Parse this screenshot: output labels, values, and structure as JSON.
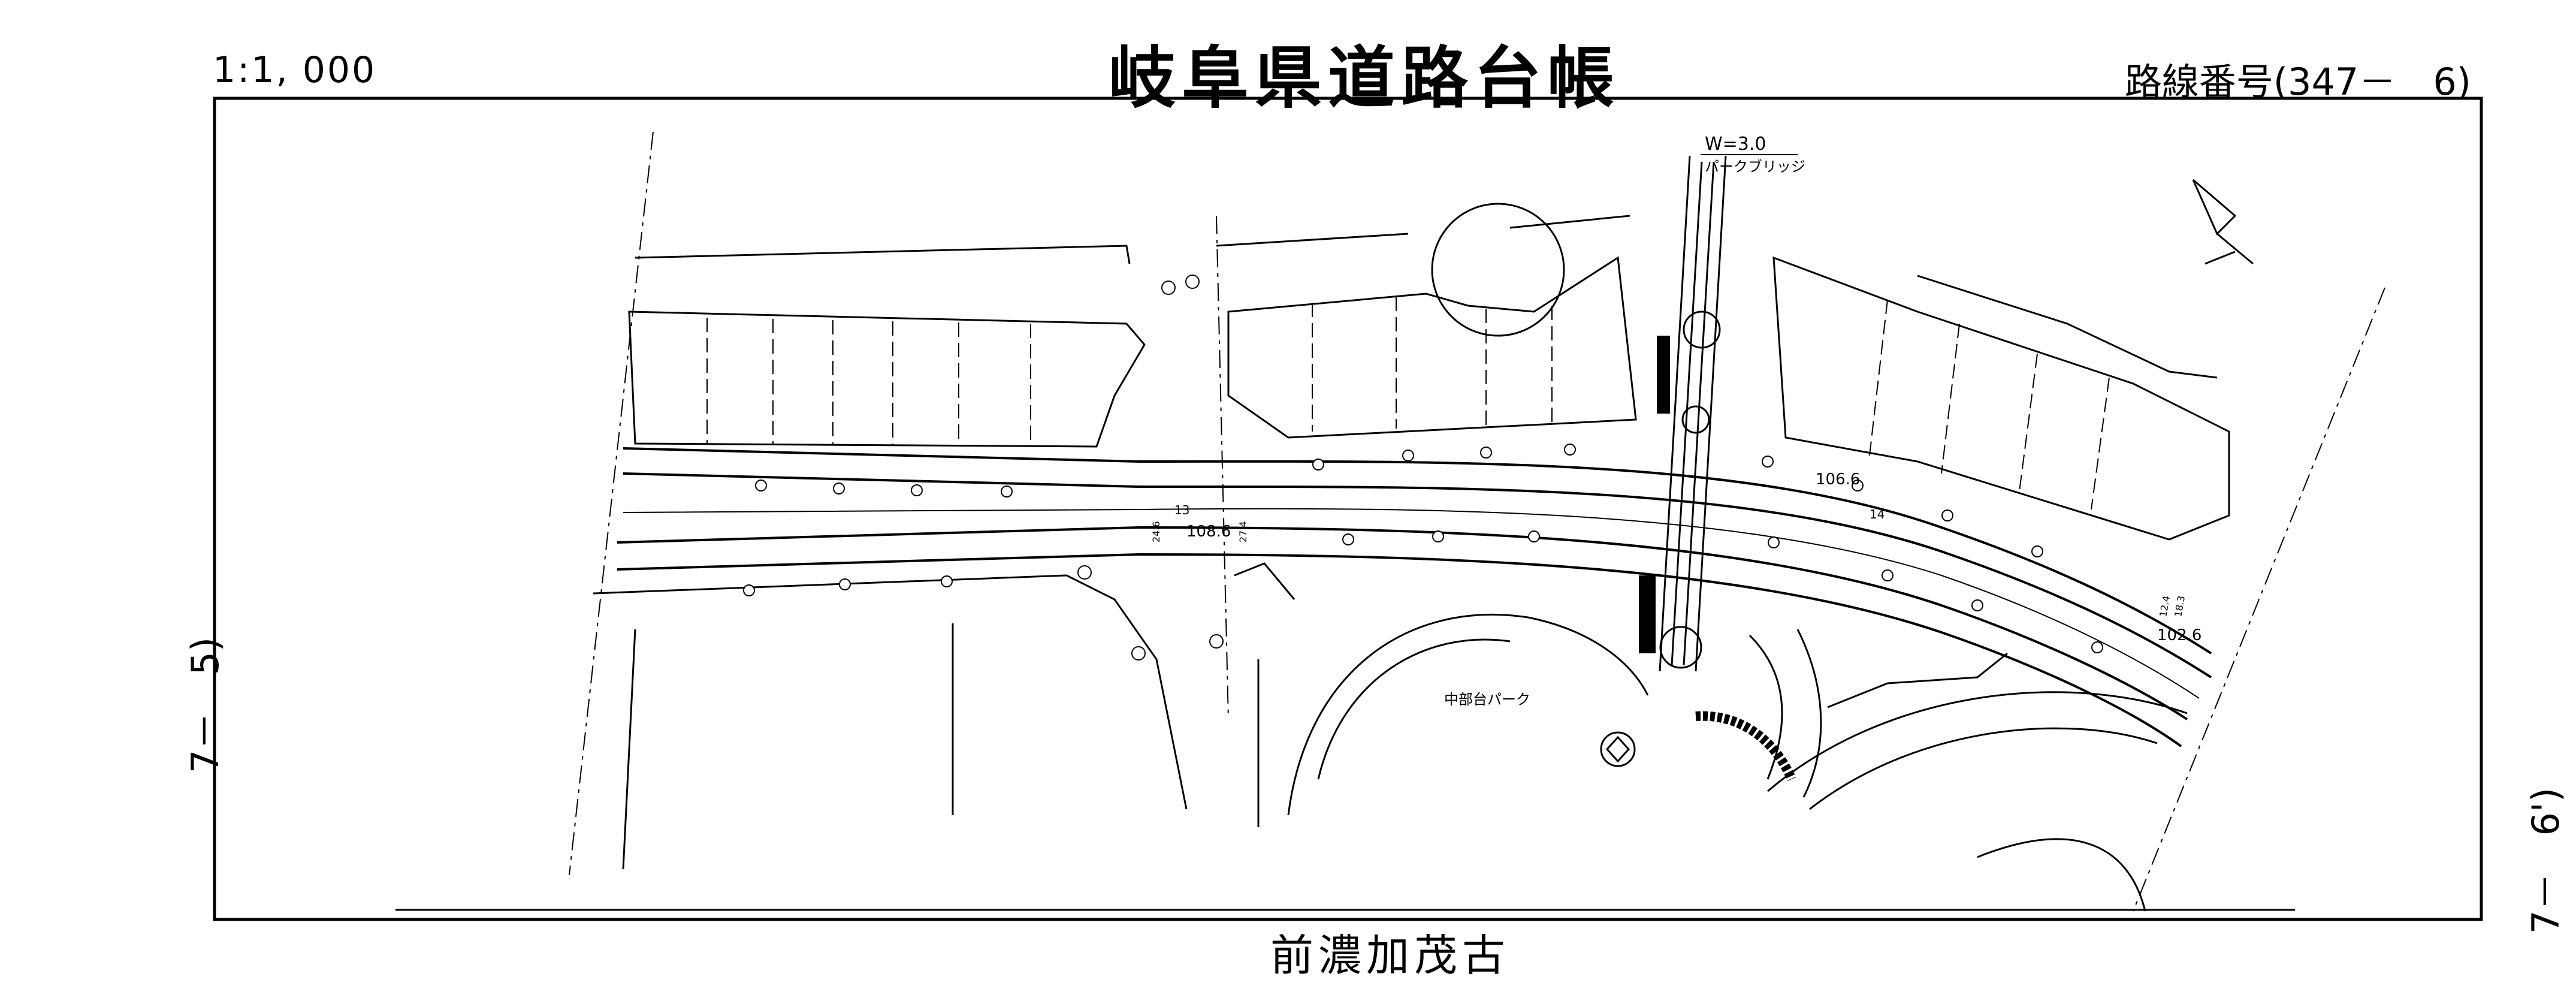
{
  "header": {
    "scale": "1:1, 000",
    "title": "岐阜県道路台帳",
    "route_number": "路線番号(347－　6)"
  },
  "margin": {
    "left_sheet_ref": "7－　5)",
    "right_sheet_ref": "7－　6')"
  },
  "plan": {
    "bridge_width": "W=3.0",
    "bridge_name": "パークブリッジ",
    "park_name": "中部台パーク",
    "elevations": [
      "106.6",
      "108.6",
      "102.6"
    ],
    "station_labels": [
      "13",
      "14"
    ],
    "width_labels": [
      "24.6",
      "27.4",
      "12.4",
      "18.3"
    ]
  },
  "footer": {
    "route_name_partial": "前濃加茂古"
  }
}
